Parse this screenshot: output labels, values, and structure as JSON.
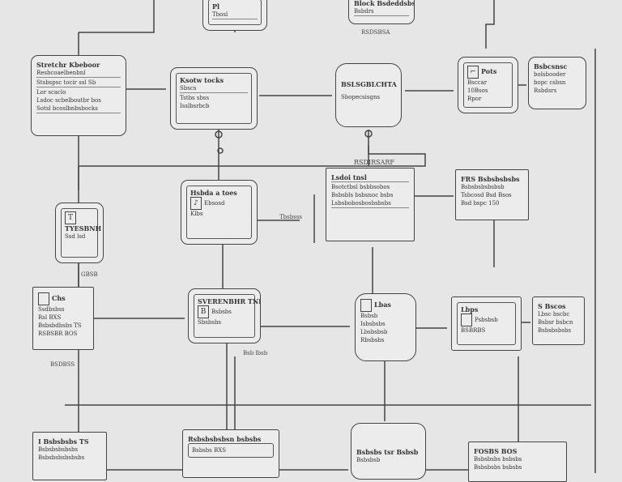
{
  "nodes": [
    {
      "title": "Pl",
      "lines": [
        "Tbosl"
      ]
    },
    {
      "title": "Block Bsdeddsbs",
      "lines": [
        "Bsbdrs"
      ]
    },
    {
      "title": "Stretchr Kbeboor",
      "lines": [
        "Resbcoaelbenbnl",
        "Stsbspsc tocir ssl Sb",
        "Lor scaclo",
        "Lsdoc scbelboutbr bos",
        "Sotsl bcoslbnbsbocks"
      ]
    },
    {
      "title": "Ksotw tocks",
      "lines": [
        "Sbscs",
        "Tstbs sbss",
        "Isslbsrbcb"
      ]
    },
    {
      "title": "BSLSGBLCHTA",
      "lines": [
        "Sbopecsisgns"
      ]
    },
    {
      "title": "Pots",
      "lines": [
        "Bsccar",
        "10Bsos",
        "Rpor"
      ]
    },
    {
      "title": "Bsbcsnsc",
      "lines": [
        "bolsbooder",
        "bopc csbsn",
        "Rsbdsrs"
      ]
    },
    {
      "title": "TYESBNH",
      "lines": [
        "Ssd  lsd"
      ]
    },
    {
      "title": "Hsbda a toes",
      "lines": [
        "Ebsosd",
        "Klbs"
      ]
    },
    {
      "title": "Lsdoi tnsl",
      "lines": [
        "Bsotctbsl bsbbsobos",
        "Bsbsbls bsbsnoc bsbs",
        "Lsbsbobosbosbsbsbs"
      ]
    },
    {
      "title": "FRS Bsbsbsbsbs",
      "lines": [
        "Bsbsbsbsbsbsb",
        "Tsbcosd Bsd Bsos",
        "Bsd  bspc 150"
      ]
    },
    {
      "title": "Chs",
      "lines": [
        "Ssdbsbss",
        "Rsl BXS",
        "Bsbsbdbsbs TS",
        "RSBSBR BOS"
      ]
    },
    {
      "title": "SVERENBHR TNR",
      "lines": [
        "Bsbsbs",
        "Sbsbsbs"
      ]
    },
    {
      "title": "Lbas",
      "lines": [
        "Bsbsb",
        "Isbsbsbs",
        "Lbsbsbsb",
        "Rbsbsbs"
      ]
    },
    {
      "title": "Lbps",
      "lines": [
        "Psbsbsb",
        "BSBRBS"
      ]
    },
    {
      "title": "S  Bscos",
      "lines": [
        "Lbsc bscbc",
        "Bsbsr bsbcn",
        "Bsbsbsbsbs"
      ]
    },
    {
      "title": "I Bsbsbsbs TS",
      "lines": [
        "Bsbsbsbsbsbs",
        "Bsbsbsbsbsbsbs"
      ]
    },
    {
      "title": "Rsbsbsbsbsn bsbsbs",
      "lines": [
        "Bsbsbs  BXS"
      ]
    },
    {
      "title": "Bsbsbs tsr Bsbsb",
      "lines": [
        "Bsbsbsb"
      ]
    },
    {
      "title": "FOSBS BOS",
      "lines": [
        "Bsbsbsbs bsbsbs",
        "Bsbsbsbs bsbsbs"
      ]
    }
  ],
  "labels": [
    "RSDIRSARF",
    "BSDBSS",
    "RSDSBSA",
    "Tbsbsss",
    "Bsb lbsb",
    "GBSB"
  ]
}
